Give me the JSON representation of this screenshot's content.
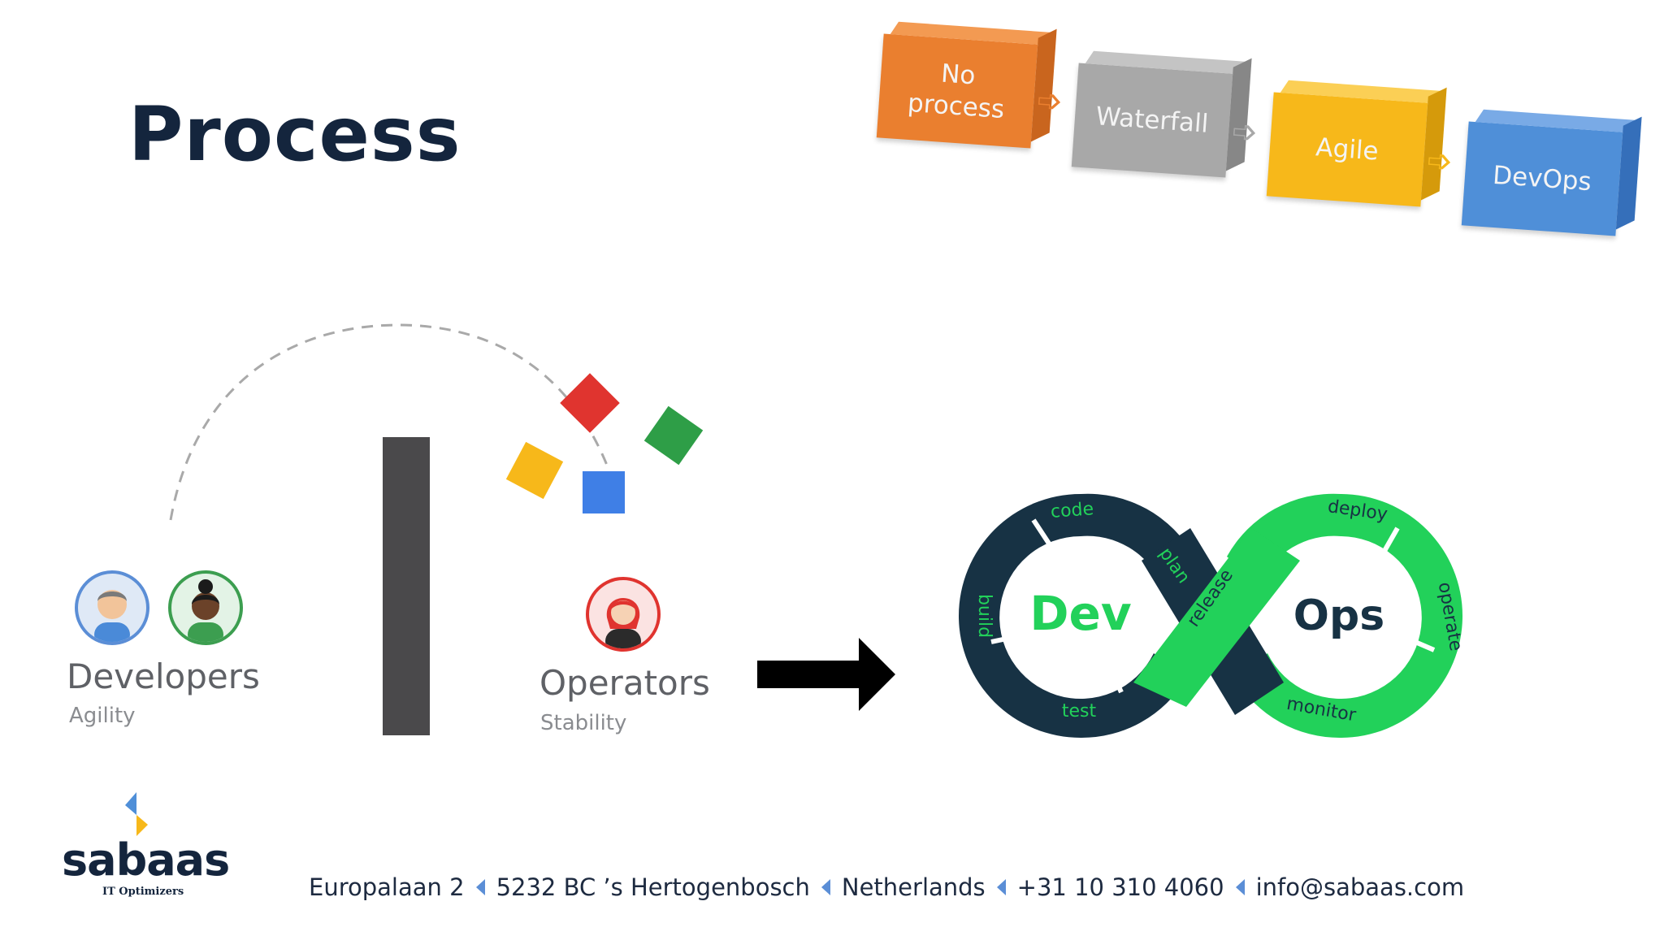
{
  "title": "Process",
  "steps": [
    {
      "label_1": "No",
      "label_2": "process",
      "color": "#ea7f2f"
    },
    {
      "label_1": "Waterfall",
      "label_2": "",
      "color": "#a8a8a8"
    },
    {
      "label_1": "Agile",
      "label_2": "",
      "color": "#f7b81a"
    },
    {
      "label_1": "DevOps",
      "label_2": "",
      "color": "#4f8fd8"
    }
  ],
  "developers": {
    "label": "Developers",
    "sub": "Agility"
  },
  "operators": {
    "label": "Operators",
    "sub": "Stability"
  },
  "devops": {
    "dev": "Dev",
    "ops": "Ops",
    "segments": [
      "code",
      "build",
      "test",
      "plan",
      "release",
      "deploy",
      "operate",
      "monitor"
    ]
  },
  "brand": {
    "name": "sabaas",
    "tagline": "IT Optimizers"
  },
  "footer": {
    "address": "Europalaan 2",
    "postal": "5232 BC ’s Hertogenbosch",
    "country": "Netherlands",
    "phone": "+31 10 310 4060",
    "email": "info@sabaas.com"
  },
  "colors": {
    "navy": "#14253d",
    "devops_green": "#22d15a",
    "devops_dark": "#173244",
    "red": "#e0342f",
    "green": "#2e9e47",
    "yellow": "#f7b81a",
    "blue": "#3f7fe6"
  }
}
